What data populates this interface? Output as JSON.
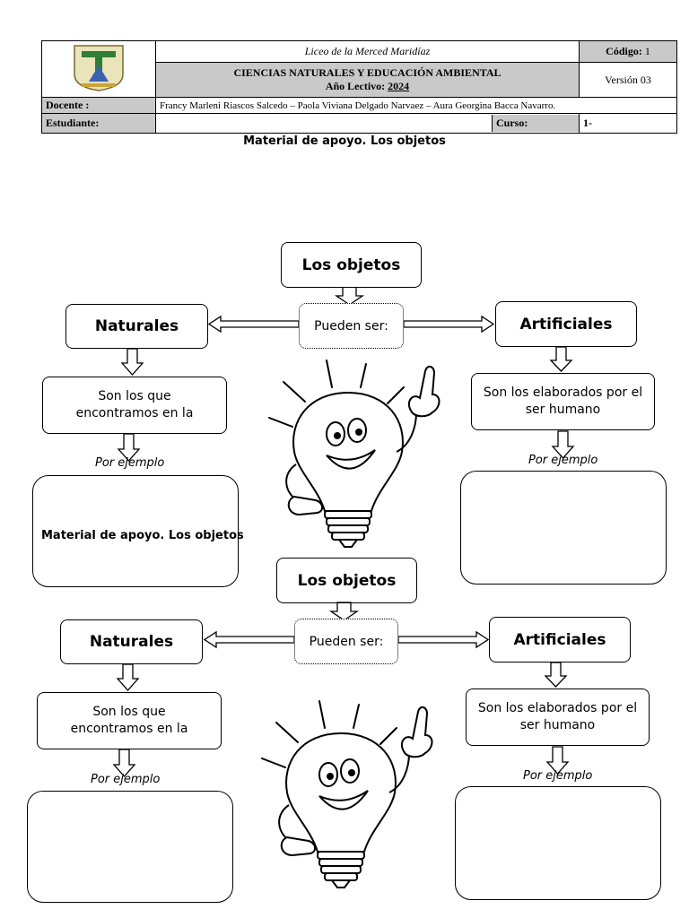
{
  "header": {
    "institution": "Liceo de la Merced Maridíaz",
    "code_label": "Código:",
    "code_value": "1",
    "subject": "CIENCIAS NATURALES Y EDUCACIÓN AMBIENTAL",
    "year_label": "Año Lectivo:",
    "year_value": "2024",
    "version": "Versión 03",
    "teacher_label": "Docente :",
    "teacher_value": "Francy Marleni Riascos Salcedo – Paola Viviana Delgado Narvaez – Aura Georgina Bacca Navarro.",
    "student_label": "Estudiante:",
    "student_value": "",
    "course_label": "Curso:",
    "course_value": "1-"
  },
  "page_subtitle": "Material de apoyo. Los objetos",
  "diagrams": [
    {
      "title": "Los objetos",
      "connector": "Pueden ser:",
      "left_title": "Naturales",
      "right_title": "Artificiales",
      "left_desc": "Son los que encontramos en la",
      "right_desc": "Son los elaborados por el ser humano",
      "left_example": "Por ejemplo",
      "right_example": "Por ejemplo",
      "left_box_text": "Material de apoyo. Los objetos"
    },
    {
      "title": "Los objetos",
      "connector": "Pueden ser:",
      "left_title": "Naturales",
      "right_title": "Artificiales",
      "left_desc": "Son los que encontramos en la",
      "right_desc": "Son los elaborados por el ser humano",
      "left_example": "Por ejemplo",
      "right_example": "Por ejemplo"
    }
  ]
}
